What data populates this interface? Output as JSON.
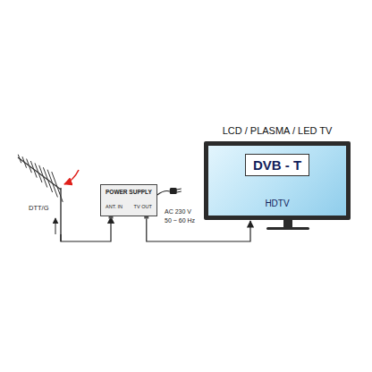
{
  "diagram": {
    "nodes": [
      {
        "text": [
          "POWER SUPPLY",
          "ANT. IN",
          "TV OUT"
        ]
      },
      {
        "text": [
          "LCD / PLASMA / LED TV",
          "HDTV"
        ]
      },
      {
        "text": [
          "DVB - T"
        ],
        "in": 1
      }
    ],
    "edges": [
      {
        "from": 0,
        "to": 1,
        "arrow": "to"
      }
    ],
    "labels": [
      "DTT/G",
      "AC 230 V",
      "50 ~ 60 Hz"
    ]
  }
}
